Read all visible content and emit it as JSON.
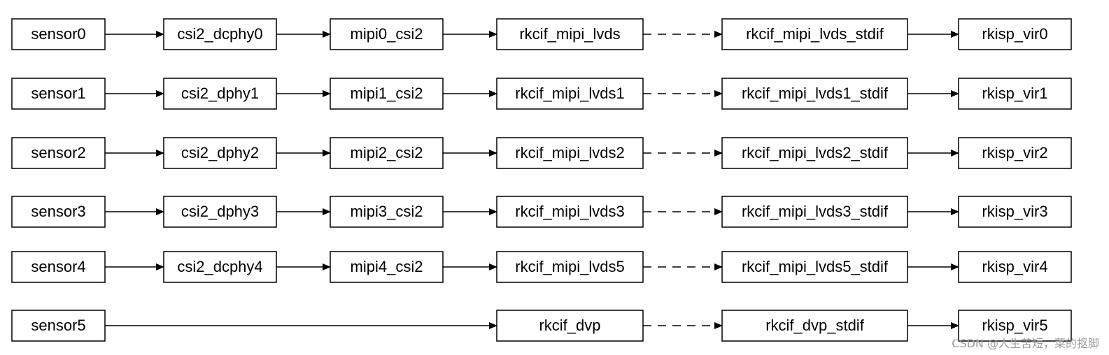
{
  "rows": [
    {
      "nodes": [
        "sensor0",
        "csi2_dcphy0",
        "mipi0_csi2",
        "rkcif_mipi_lvds",
        "rkcif_mipi_lvds_stdif",
        "rkisp_vir0"
      ]
    },
    {
      "nodes": [
        "sensor1",
        "csi2_dphy1",
        "mipi1_csi2",
        "rkcif_mipi_lvds1",
        "rkcif_mipi_lvds1_stdif",
        "rkisp_vir1"
      ]
    },
    {
      "nodes": [
        "sensor2",
        "csi2_dphy2",
        "mipi2_csi2",
        "rkcif_mipi_lvds2",
        "rkcif_mipi_lvds2_stdif",
        "rkisp_vir2"
      ]
    },
    {
      "nodes": [
        "sensor3",
        "csi2_dphy3",
        "mipi3_csi2",
        "rkcif_mipi_lvds3",
        "rkcif_mipi_lvds3_stdif",
        "rkisp_vir3"
      ]
    },
    {
      "nodes": [
        "sensor4",
        "csi2_dcphy4",
        "mipi4_csi2",
        "rkcif_mipi_lvds5",
        "rkcif_mipi_lvds5_stdif",
        "rkisp_vir4"
      ]
    },
    {
      "nodes": [
        "sensor5",
        null,
        null,
        "rkcif_dvp",
        "rkcif_dvp_stdif",
        "rkisp_vir5"
      ]
    }
  ],
  "edge_styles": [
    "solid",
    "solid",
    "solid",
    "dashed",
    "solid"
  ],
  "watermark": "CSDN @人生苦短，菜的抠脚",
  "colors": {
    "line": "#000000",
    "box_fill": "#ffffff",
    "text": "#000000",
    "watermark": "#9a9a9a"
  }
}
